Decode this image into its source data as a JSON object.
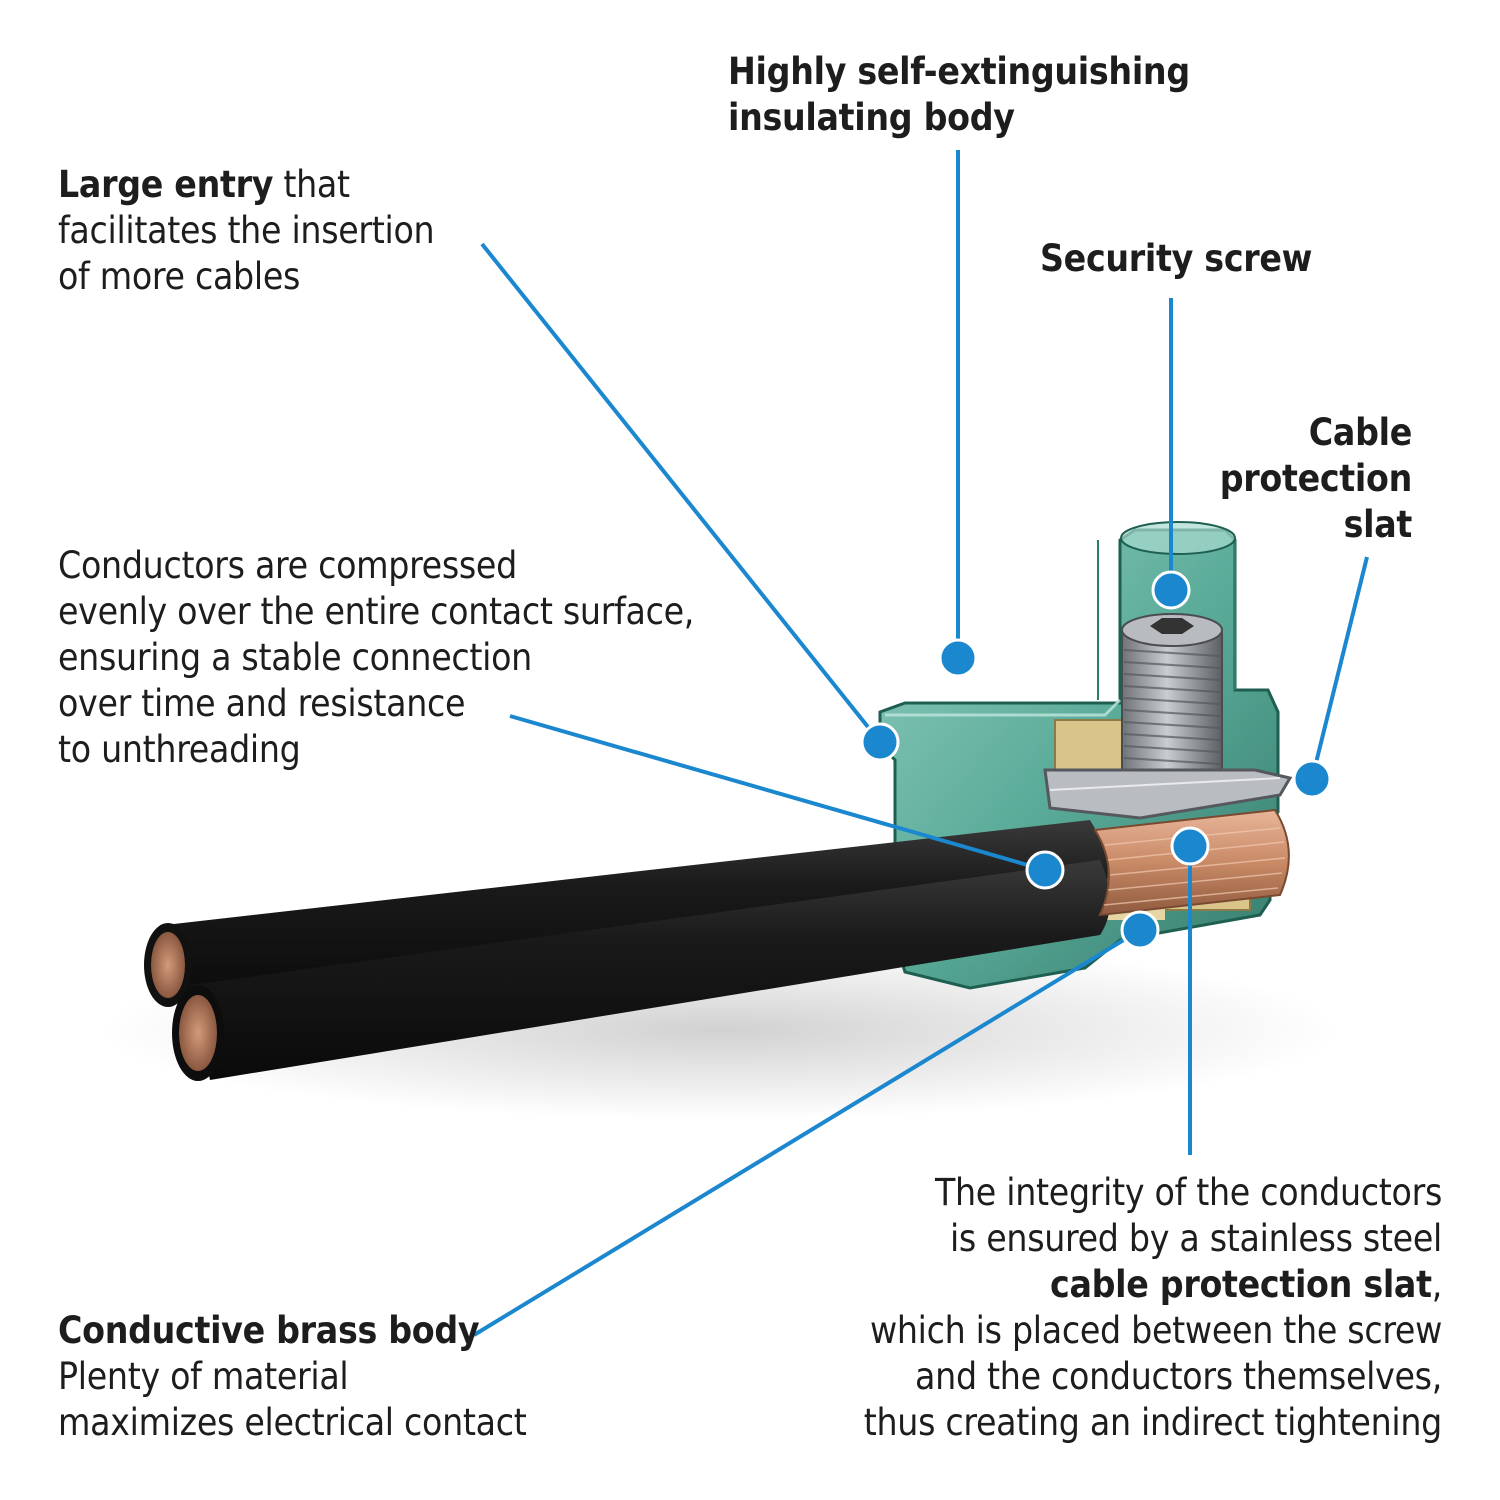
{
  "colors": {
    "accent": "#1a87cf",
    "text": "#1d1d1d",
    "housing": "#2f8c7a",
    "cable": "#1b1b1b",
    "copper": "#c98a66",
    "brass": "#d9c48a",
    "steel": "#9a9ea3"
  },
  "callouts": {
    "insulating_body": {
      "line1": "Highly self-extinguishing",
      "line2": "insulating body"
    },
    "large_entry": {
      "bold": "Large entry",
      "line1_rest": " that",
      "line2": "facilitates the insertion",
      "line3": "of more cables"
    },
    "security_screw": {
      "text": "Security screw"
    },
    "cable_protection_slat": {
      "line1": "Cable",
      "line2": "protection",
      "line3": "slat"
    },
    "conductors": {
      "line1": "Conductors are compressed",
      "line2": "evenly over the entire contact surface,",
      "line3": "ensuring a stable connection",
      "line4": "over time and resistance",
      "line5": "to unthreading"
    },
    "brass_body": {
      "bold": "Conductive brass body",
      "line2": "Plenty of material",
      "line3": "maximizes electrical contact"
    },
    "integrity": {
      "line1": "The integrity of the conductors",
      "line2": "is ensured by a stainless steel",
      "bold": "cable protection slat",
      "bold_suffix": ",",
      "line4": "which is placed between the screw",
      "line5": "and the conductors themselves,",
      "line6": "thus creating an indirect tightening"
    }
  }
}
